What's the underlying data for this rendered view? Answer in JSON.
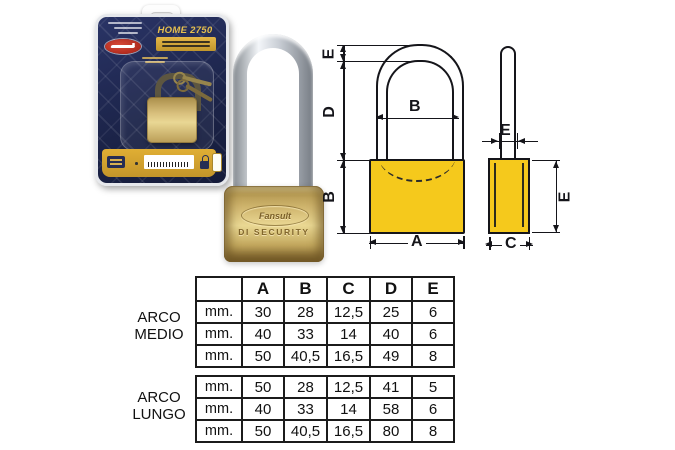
{
  "blister": {
    "model_text": "HOME 2750",
    "card_color": "#1b2348",
    "band_color": "#d9a93c",
    "logo_color": "#b02a1e"
  },
  "product": {
    "engraving_brand": "Fansult",
    "engraving_line2": "DI SECURITY"
  },
  "diagram": {
    "fill_color": "#f5c91c",
    "front": {
      "label_e": "E",
      "label_d": "D",
      "label_b_left": "B",
      "label_b_inner": "B",
      "label_a": "A"
    },
    "side": {
      "label_e_top": "E",
      "label_e_right": "E",
      "label_c": "C"
    }
  },
  "table": {
    "unit": "mm.",
    "columns": [
      "A",
      "B",
      "C",
      "D",
      "E"
    ],
    "groups": [
      {
        "name": [
          "ARCO",
          "MEDIO"
        ],
        "rows": [
          [
            "30",
            "28",
            "12,5",
            "25",
            "6"
          ],
          [
            "40",
            "33",
            "14",
            "40",
            "6"
          ],
          [
            "50",
            "40,5",
            "16,5",
            "49",
            "8"
          ]
        ]
      },
      {
        "name": [
          "ARCO",
          "LUNGO"
        ],
        "rows": [
          [
            "50",
            "28",
            "12,5",
            "41",
            "5"
          ],
          [
            "40",
            "33",
            "14",
            "58",
            "6"
          ],
          [
            "50",
            "40,5",
            "16,5",
            "80",
            "8"
          ]
        ]
      }
    ]
  }
}
